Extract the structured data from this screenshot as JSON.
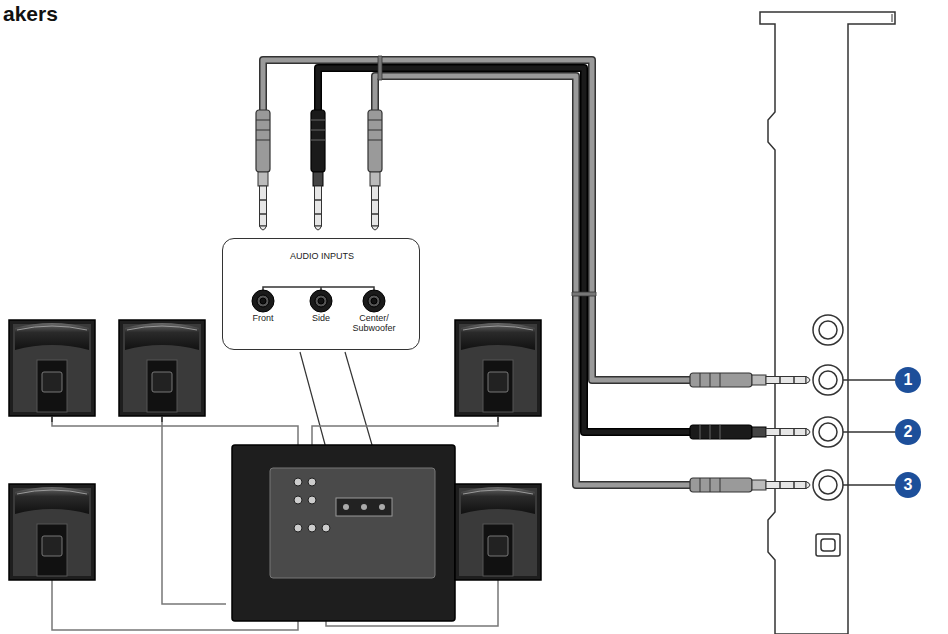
{
  "diagram": {
    "title": "akers",
    "nodes": [
      {
        "text": [
          "AUDIO INPUTS",
          "Front",
          "Side",
          "Center/ Subwoofer"
        ]
      },
      {
        "text": [
          "1"
        ]
      },
      {
        "text": [
          "2"
        ]
      },
      {
        "text": [
          "3"
        ]
      }
    ]
  }
}
